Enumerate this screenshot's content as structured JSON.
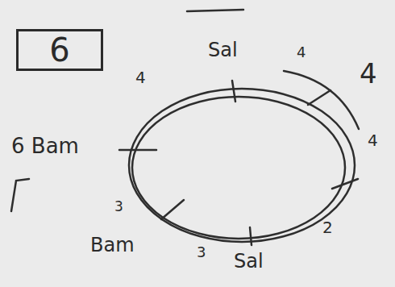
{
  "diagram": {
    "nodes": [
      {
        "text": [
          "6"
        ]
      }
    ],
    "labels": [
      "Sal",
      "4",
      "4",
      "4",
      "4",
      "6 Bam",
      "3",
      "Bam",
      "3",
      "Sal",
      "2"
    ]
  }
}
